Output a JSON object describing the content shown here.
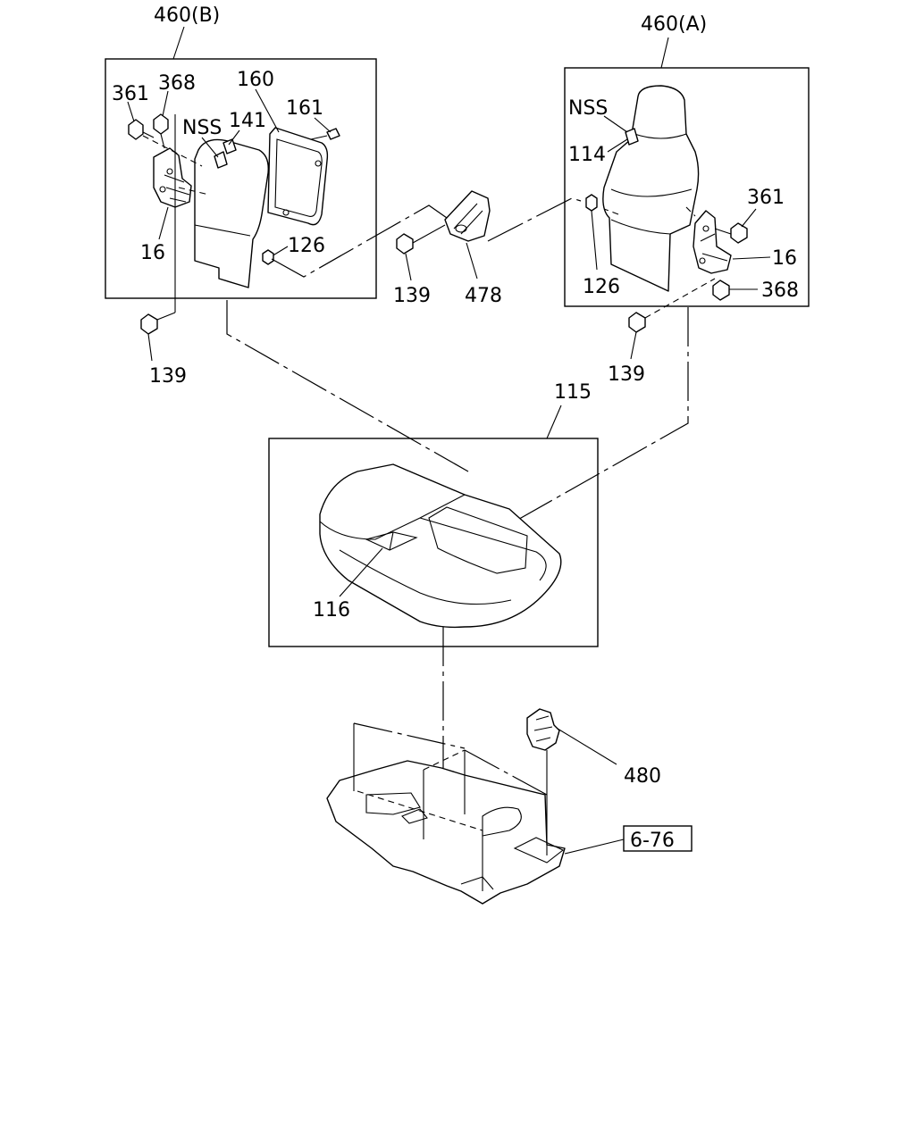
{
  "groups": {
    "back_b": {
      "label": "460(B)"
    },
    "back_a": {
      "label": "460(A)"
    },
    "cushion": {
      "label": "115"
    }
  },
  "labels": {
    "b_361": "361",
    "b_368": "368",
    "b_160": "160",
    "b_161": "161",
    "b_nss": "NSS",
    "b_141": "141",
    "b_16": "16",
    "b_126": "126",
    "b_139_bottom": "139",
    "mid_139": "139",
    "mid_478": "478",
    "a_nss": "NSS",
    "a_114": "114",
    "a_361": "361",
    "a_16": "16",
    "a_126": "126",
    "a_368": "368",
    "a_139": "139",
    "cushion_116": "116",
    "floor_480": "480",
    "ref_6_76": "6-76"
  }
}
